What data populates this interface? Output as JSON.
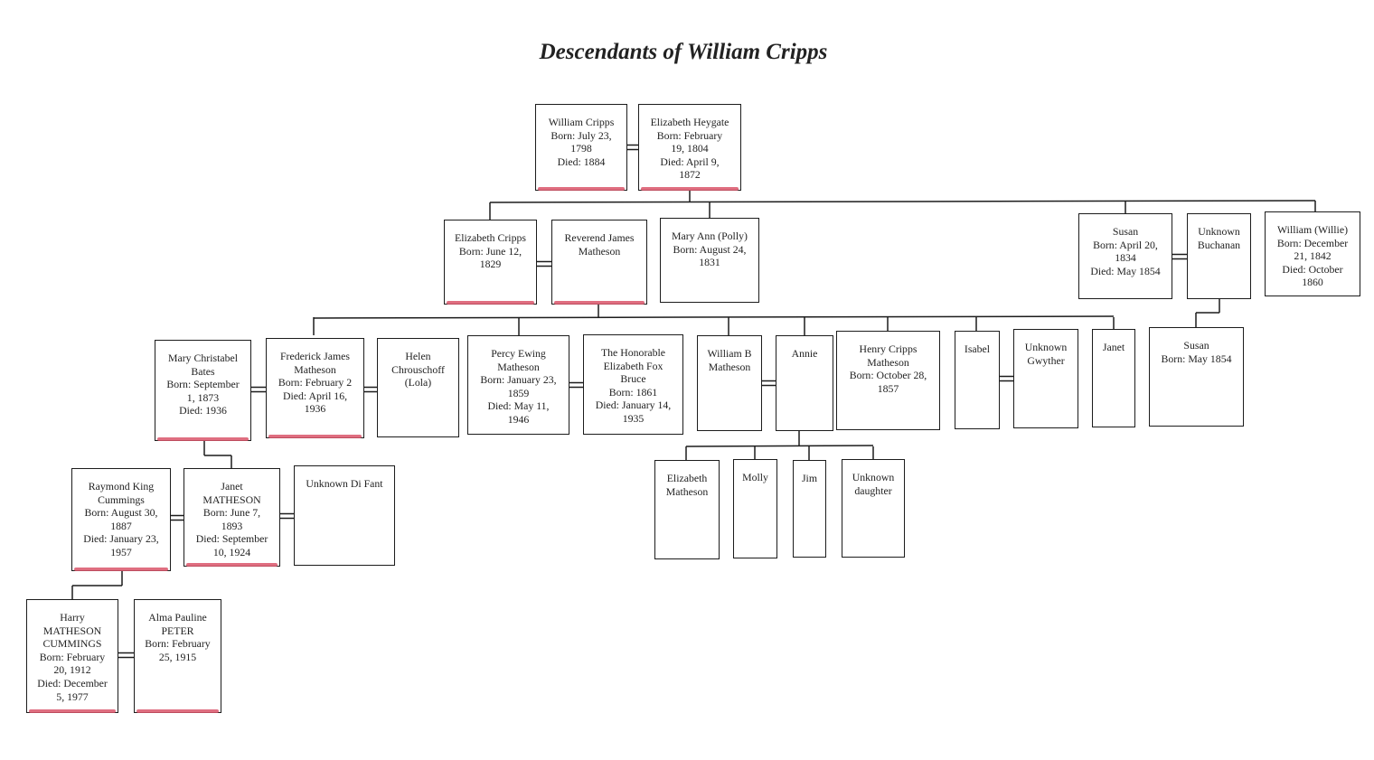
{
  "title": "Descendants of William Cripps",
  "colors": {
    "line": "#1c1c1c",
    "underline": "#d9556a",
    "text": "#222222"
  },
  "people": {
    "william_cripps": {
      "lines": [
        "William Cripps",
        "Born: July 23,",
        "1798",
        "Died: 1884"
      ]
    },
    "elizabeth_heygate": {
      "lines": [
        "Elizabeth Heygate",
        "Born: February",
        "19, 1804",
        "Died: April 9,",
        "1872"
      ]
    },
    "elizabeth_cripps": {
      "lines": [
        "Elizabeth Cripps",
        "Born: June 12,",
        "1829"
      ]
    },
    "rev_james_matheson": {
      "lines": [
        "Reverend James",
        "Matheson"
      ]
    },
    "mary_ann_polly": {
      "lines": [
        "Mary Ann (Polly)",
        "Born: August 24,",
        "1831"
      ]
    },
    "susan_1834": {
      "lines": [
        "Susan",
        "Born: April 20,",
        "1834",
        "Died: May 1854"
      ]
    },
    "unknown_buchanan": {
      "lines": [
        "Unknown",
        "Buchanan"
      ]
    },
    "william_willie": {
      "lines": [
        "William (Willie)",
        "Born: December",
        "21, 1842",
        "Died: October",
        "1860"
      ]
    },
    "mary_christabel_bates": {
      "lines": [
        "Mary Christabel",
        "Bates",
        "Born: September",
        "1, 1873",
        "Died: 1936"
      ]
    },
    "frederick_james": {
      "lines": [
        "Frederick James",
        "Matheson",
        "Born: February 2",
        "Died: April 16,",
        "1936"
      ]
    },
    "helen_lola": {
      "lines": [
        "Helen",
        "Chrouschoff",
        "(Lola)"
      ]
    },
    "percy_ewing": {
      "lines": [
        "Percy Ewing",
        "Matheson",
        "Born: January 23,",
        "1859",
        "Died: May 11,",
        "1946"
      ]
    },
    "elizabeth_fox_bruce": {
      "lines": [
        "The Honorable",
        "Elizabeth Fox",
        "Bruce",
        "Born: 1861",
        "Died: January 14,",
        "1935"
      ]
    },
    "william_b": {
      "lines": [
        "William B",
        "Matheson"
      ]
    },
    "annie": {
      "lines": [
        "Annie"
      ]
    },
    "henry_cripps": {
      "lines": [
        "Henry Cripps",
        "Matheson",
        "Born: October 28,",
        "1857"
      ]
    },
    "isabel": {
      "lines": [
        "Isabel"
      ]
    },
    "unknown_gwyther": {
      "lines": [
        "Unknown",
        "Gwyther"
      ]
    },
    "janet_sibling": {
      "lines": [
        "Janet"
      ]
    },
    "susan_1854": {
      "lines": [
        "Susan",
        "Born: May 1854"
      ]
    },
    "raymond_king": {
      "lines": [
        "Raymond King",
        "Cummings",
        "Born: August 30,",
        "1887",
        "Died: January 23,",
        "1957"
      ]
    },
    "janet_matheson": {
      "lines": [
        "Janet",
        "MATHESON",
        "Born: June 7,",
        "1893",
        "Died: September",
        "10, 1924"
      ]
    },
    "unknown_di_fant": {
      "lines": [
        "Unknown Di Fant"
      ]
    },
    "elizabeth_matheson": {
      "lines": [
        "Elizabeth",
        "Matheson"
      ]
    },
    "molly": {
      "lines": [
        "Molly"
      ]
    },
    "jim": {
      "lines": [
        "Jim"
      ]
    },
    "unknown_daughter": {
      "lines": [
        "Unknown",
        "daughter"
      ]
    },
    "harry_cummings": {
      "lines": [
        "Harry",
        "MATHESON",
        "CUMMINGS",
        "Born: February",
        "20, 1912",
        "Died: December",
        "5, 1977"
      ]
    },
    "alma_peter": {
      "lines": [
        "Alma Pauline",
        "PETER",
        "Born: February",
        "25, 1915"
      ]
    }
  }
}
